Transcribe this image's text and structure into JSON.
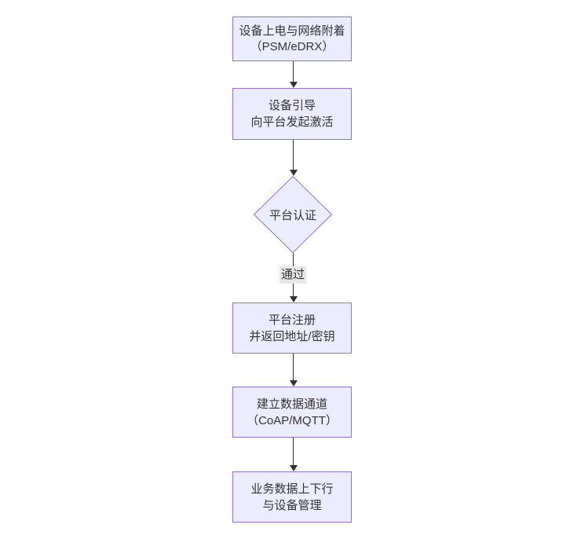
{
  "diagram": {
    "type": "flowchart",
    "direction": "top-down",
    "colors": {
      "background": "#ffffff",
      "node_fill": "#ECECFF",
      "node_border": "#9370DB",
      "edge_color": "#333333",
      "text_color": "#333333",
      "edge_label_bg": "#e8e8e8"
    },
    "nodes": [
      {
        "shape": "rect",
        "line1": "设备上电与网络附着",
        "line2": "（PSM/eDRX）"
      },
      {
        "shape": "rect",
        "line1": "设备引导",
        "line2": "向平台发起激活"
      },
      {
        "shape": "diamond",
        "line1": "平台认证"
      },
      {
        "shape": "rect",
        "line1": "平台注册",
        "line2": "并返回地址/密钥"
      },
      {
        "shape": "rect",
        "line1": "建立数据通道",
        "line2": "（CoAP/MQTT）"
      },
      {
        "shape": "rect",
        "line1": "业务数据上下行",
        "line2": "与设备管理"
      }
    ],
    "edge_label": "通过"
  }
}
